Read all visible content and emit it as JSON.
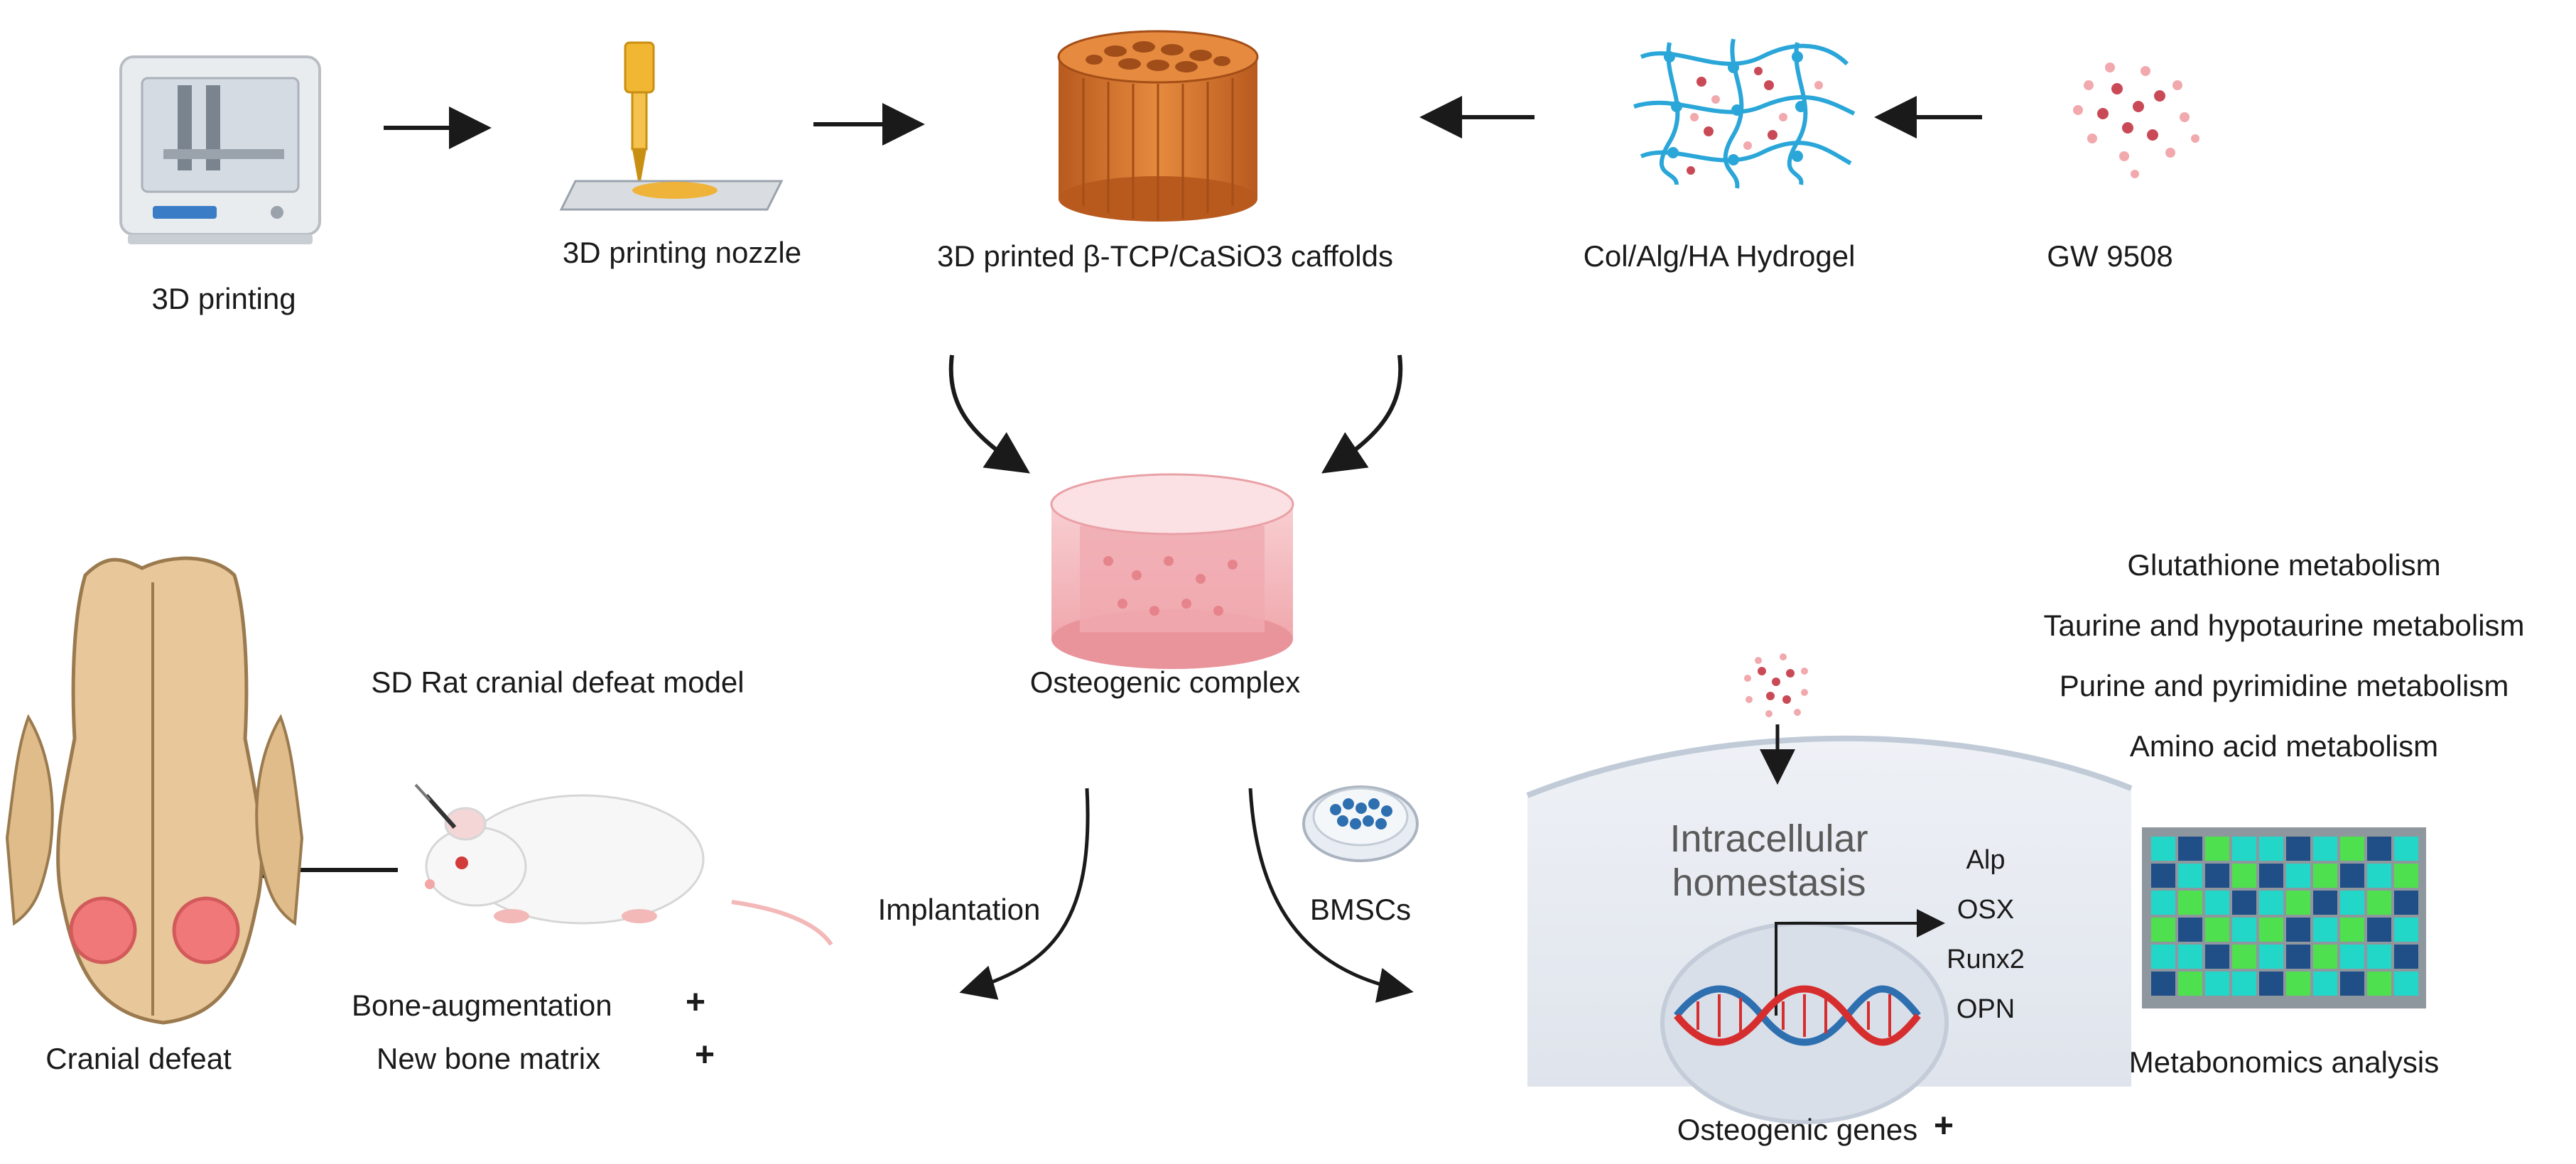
{
  "top_row": {
    "printer_label": "3D printing",
    "nozzle_label": "3D printing nozzle",
    "scaffold_label": "3D printed  β-TCP/CaSiO3 caffolds",
    "hydrogel_label": "Col/Alg/HA Hydrogel",
    "drug_label": "GW 9508"
  },
  "middle": {
    "complex_label": "Osteogenic complex",
    "model_label": "SD Rat cranial defeat model",
    "implantation_label": "Implantation",
    "bmscs_label": "BMSCs"
  },
  "left": {
    "skull_label": "Cranial defeat",
    "outcome_1": "Bone-augmentation",
    "outcome_2": "New bone matrix",
    "plus_sign": "+"
  },
  "cell": {
    "title_line_1": "Intracellular",
    "title_line_2": "homestasis",
    "genes": [
      "Alp",
      "OSX",
      "Runx2",
      "OPN"
    ],
    "genes_label": "Osteogenic genes",
    "plus_sign": "+"
  },
  "metabolism": {
    "pathways": [
      "Glutathione metabolism",
      "Taurine and hypotaurine metabolism",
      "Purine and pyrimidine metabolism",
      "Amino acid metabolism"
    ],
    "analysis_label": "Metabonomics analysis"
  },
  "colors": {
    "scaffold_orange": "#d9702a",
    "hydrogel_blue": "#2aa6d8",
    "drug_red": "#c94a56",
    "gel_pink": "#f2b5b8",
    "dna_red": "#d62e2e",
    "dna_blue": "#2e6fb0",
    "heatmap_navy": "#1f4f86",
    "heatmap_cyan": "#22d6c8",
    "heatmap_green": "#4ee04e",
    "skull_tan": "#e8c89a",
    "defect_pink": "#f07878"
  },
  "heatmap": {
    "rows": [
      [
        "c",
        "n",
        "g",
        "c",
        "c",
        "n",
        "c",
        "g",
        "n",
        "c"
      ],
      [
        "n",
        "c",
        "n",
        "g",
        "n",
        "c",
        "g",
        "n",
        "c",
        "g"
      ],
      [
        "c",
        "g",
        "c",
        "n",
        "c",
        "g",
        "n",
        "c",
        "g",
        "n"
      ],
      [
        "g",
        "n",
        "g",
        "c",
        "g",
        "n",
        "c",
        "g",
        "n",
        "c"
      ],
      [
        "c",
        "c",
        "n",
        "g",
        "c",
        "n",
        "g",
        "c",
        "c",
        "n"
      ],
      [
        "n",
        "g",
        "c",
        "c",
        "n",
        "g",
        "c",
        "n",
        "g",
        "c"
      ]
    ]
  }
}
